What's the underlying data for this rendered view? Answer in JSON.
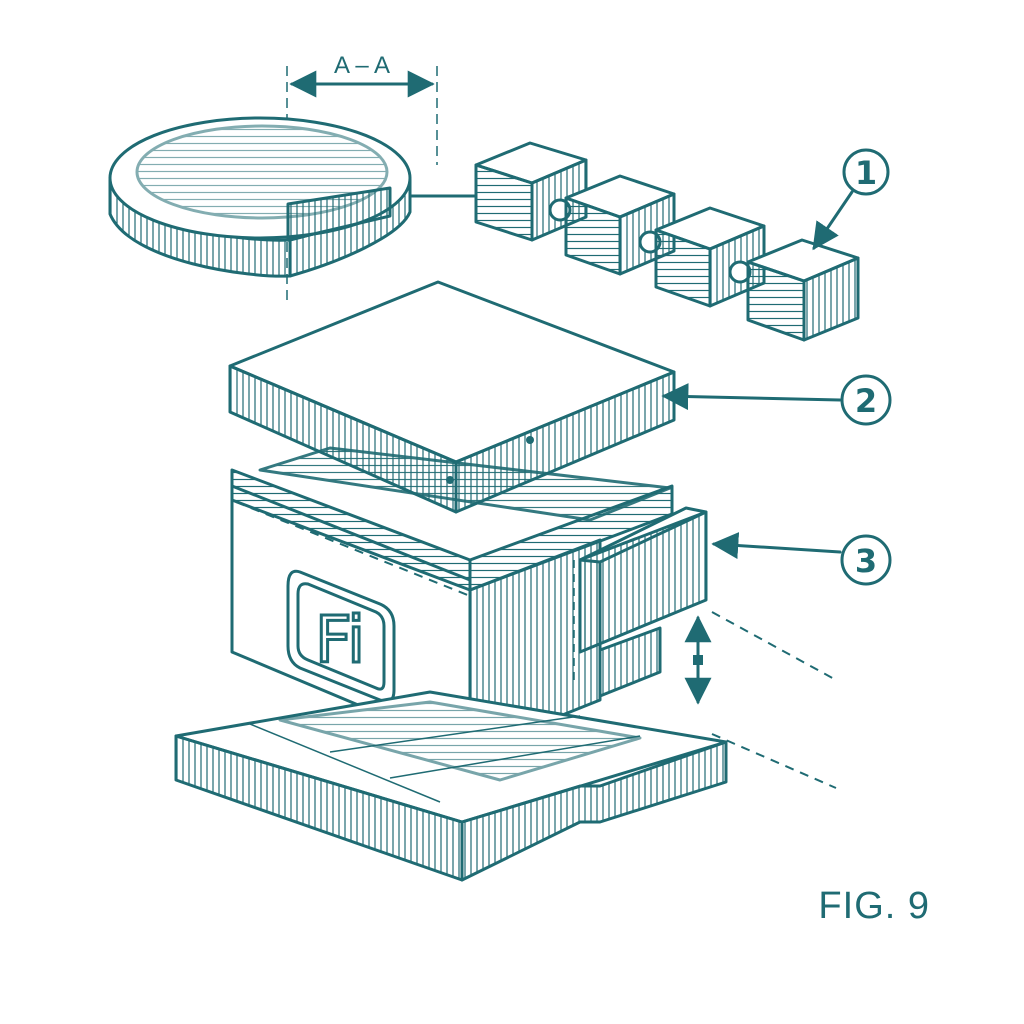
{
  "section_label": "A – A",
  "callouts": [
    {
      "number": "1"
    },
    {
      "number": "2"
    },
    {
      "number": "3"
    }
  ],
  "logo_text": "Fi",
  "figure_label": "FIG. 9",
  "colors": {
    "ink": "#1f6b73",
    "background": "#ffffff"
  }
}
